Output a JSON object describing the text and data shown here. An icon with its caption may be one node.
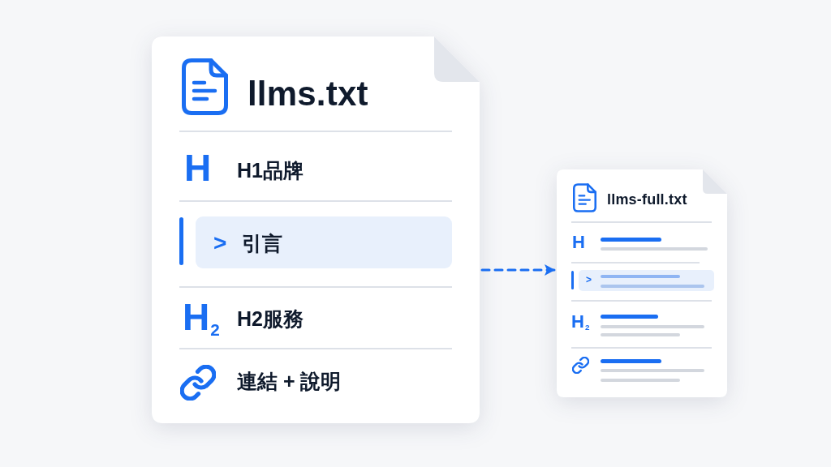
{
  "diagram": {
    "nodes": [
      {
        "text": [
          "llms.txt",
          "H",
          "H1品牌",
          "H$_{2}$",
          "H2服務",
          "連結 + 說明"
        ]
      },
      {
        "text": [
          ">",
          "引言"
        ],
        "in": 0
      },
      {
        "text": [
          "llms-full.txt",
          "H",
          "H$_{2}$"
        ]
      },
      {
        "text": [
          ">"
        ],
        "in": 2
      }
    ],
    "edges": [
      {
        "from": 0,
        "to": 2,
        "arrow": "to",
        "style": "dashed",
        "color": "#1a6ef2"
      }
    ]
  }
}
